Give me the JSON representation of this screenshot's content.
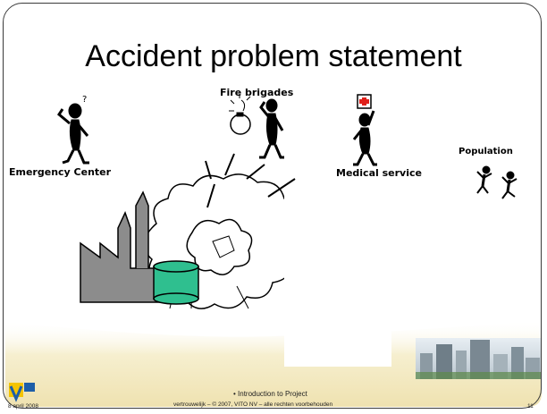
{
  "slide": {
    "title": "Accident problem statement",
    "labels": {
      "fire_brigades": "Fire brigades",
      "emergency_center": "Emergency Center",
      "medical_service": "Medical service",
      "population": "Population"
    }
  },
  "footer": {
    "date": "8 april 2008",
    "bullet": "• Introduction to Project",
    "confidential": "vertrouwelijk – © 2007, VITO NV – alle rechten voorbehouden",
    "page_number": "11"
  },
  "colors": {
    "factory": "#8c8c8c",
    "tank": "#2fbf8f",
    "cross": "#e0201b",
    "bottom_band": "#f2e6b3",
    "logo_yellow": "#f5c400",
    "logo_blue": "#1d5ea8"
  },
  "icons": [
    "confused-person-icon",
    "bomb-icon",
    "medical-kit-icon",
    "dancing-people-icon",
    "factory-icon",
    "storage-tank-icon",
    "explosion-cloud-icon",
    "city-skyline-image",
    "vito-logo"
  ]
}
